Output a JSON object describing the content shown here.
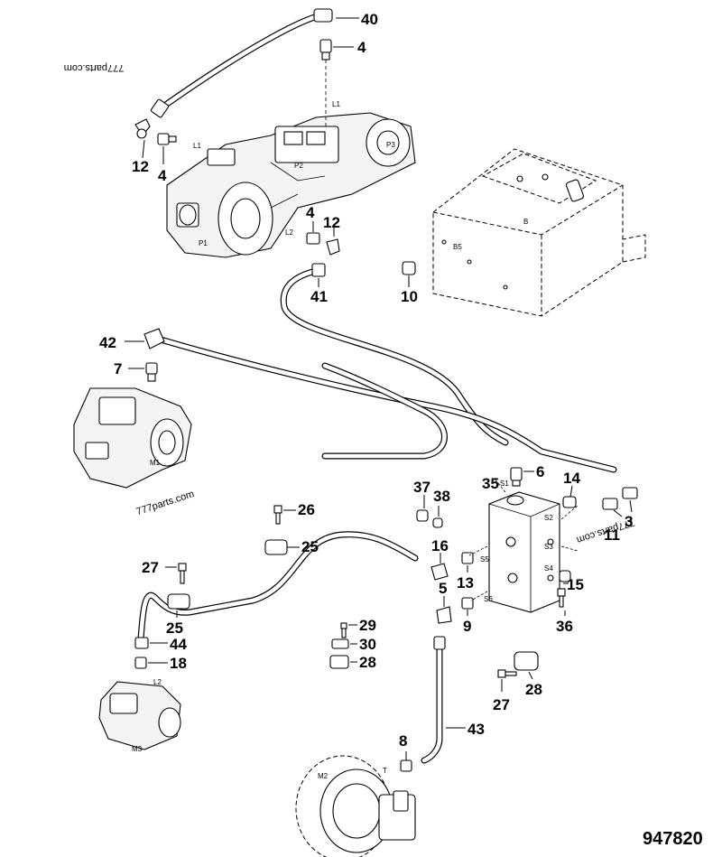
{
  "document_number": "947820",
  "watermarks": [
    "777parts.com",
    "777parts.com",
    "777parts.com"
  ],
  "callouts": {
    "c40": "40",
    "c4a": "4",
    "c12a": "12",
    "c4b": "4",
    "c4c": "4",
    "c12b": "12",
    "c41": "41",
    "c10": "10",
    "c42": "42",
    "c7": "7",
    "c6": "6",
    "c37": "37",
    "c38": "38",
    "c35": "35",
    "c14": "14",
    "c3": "3",
    "c11": "11",
    "c26": "26",
    "c25a": "25",
    "c16": "16",
    "c13": "13",
    "c27a": "27",
    "c5": "5",
    "c15": "15",
    "c9": "9",
    "c36": "36",
    "c25b": "25",
    "c44": "44",
    "c18": "18",
    "c29": "29",
    "c30": "30",
    "c28a": "28",
    "c27b": "27",
    "c28b": "28",
    "c8": "8",
    "c43": "43"
  },
  "component_labels": {
    "L1_top": "L1",
    "L1_left": "L1",
    "P1": "P1",
    "P2": "P2",
    "P3": "P3",
    "L2_top": "L2",
    "B5": "B5",
    "B": "B",
    "M1": "M1",
    "S1": "S1",
    "S2": "S2",
    "S3": "S3",
    "S4": "S4",
    "S5": "S5",
    "S6": "S6",
    "L2_bottom": "L2",
    "M3": "M3",
    "M2": "M2",
    "T": "T"
  }
}
